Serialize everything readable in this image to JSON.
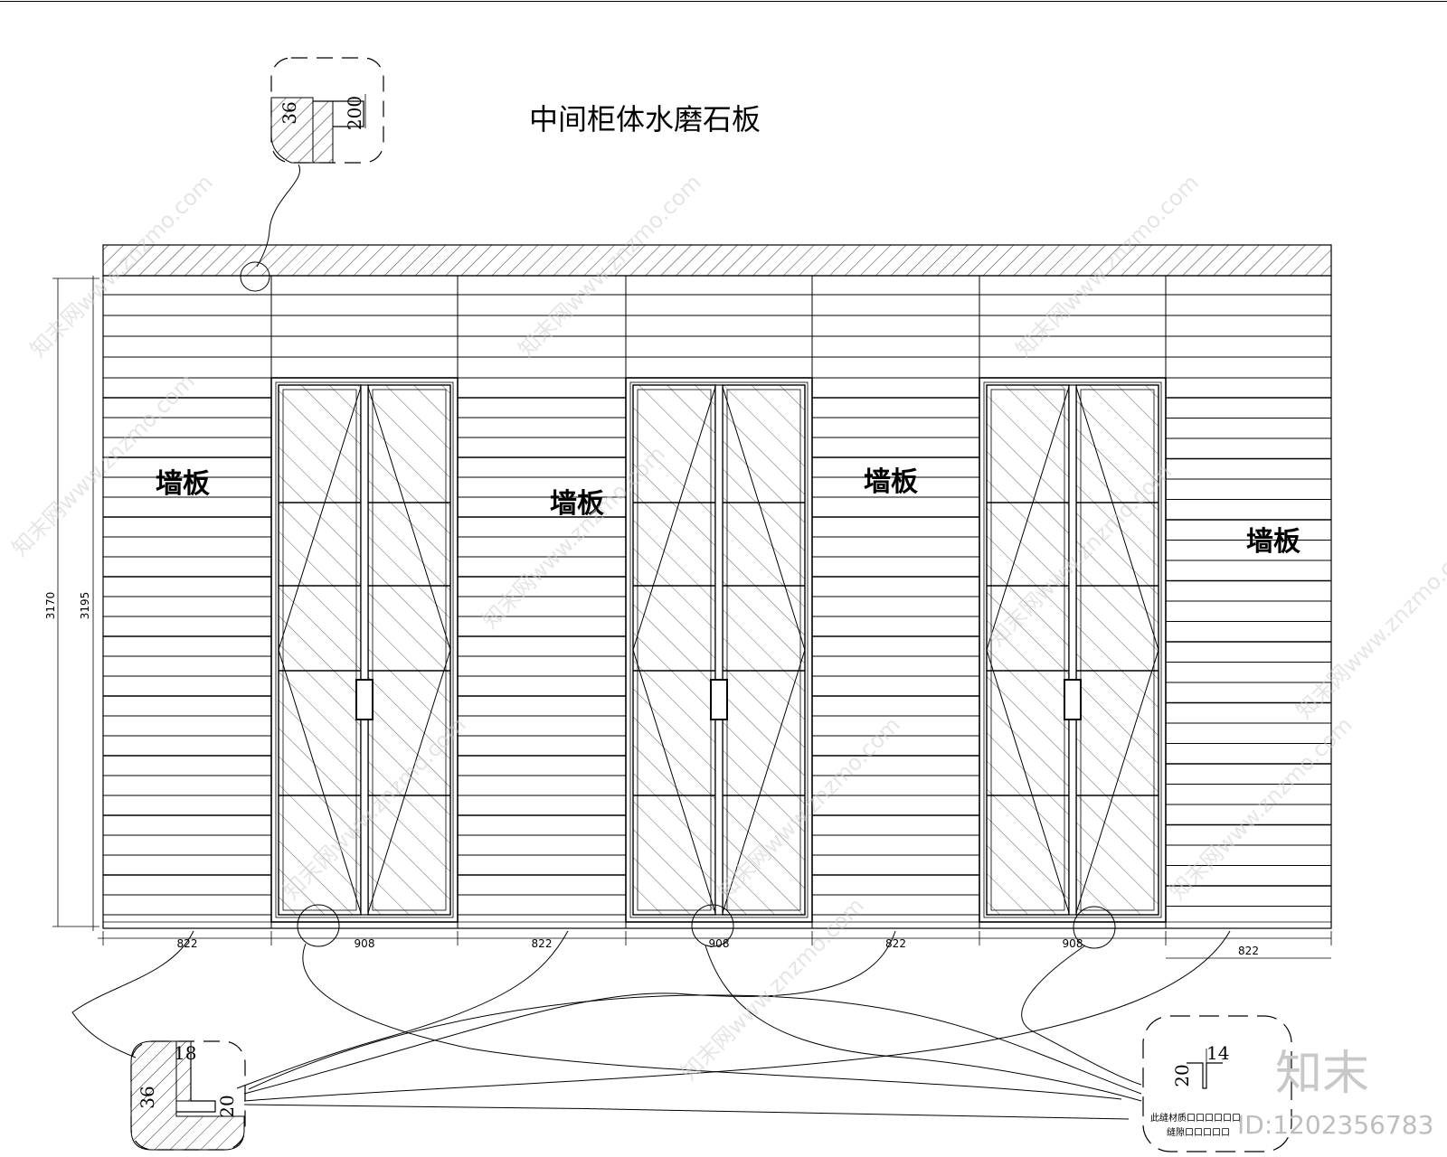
{
  "title": "中间柜体水磨石板",
  "panel_label": "墙板",
  "dims": {
    "height_total": "3170",
    "height_inner": "3195",
    "bays": [
      "822",
      "908",
      "822",
      "908",
      "822",
      "908",
      "822"
    ]
  },
  "details": {
    "top": {
      "a": "36",
      "b": "200"
    },
    "bottom_left": {
      "a": "18",
      "b": "36",
      "c": "20"
    },
    "bottom_right": {
      "a": "14",
      "b": "20",
      "note_line1": "此缝材质口口口口口口",
      "note_line2": "缝隙口口口口口"
    }
  },
  "watermark": {
    "text": "知末网www.znzmo.com",
    "brand": "知末",
    "id": "ID:1202356783"
  }
}
